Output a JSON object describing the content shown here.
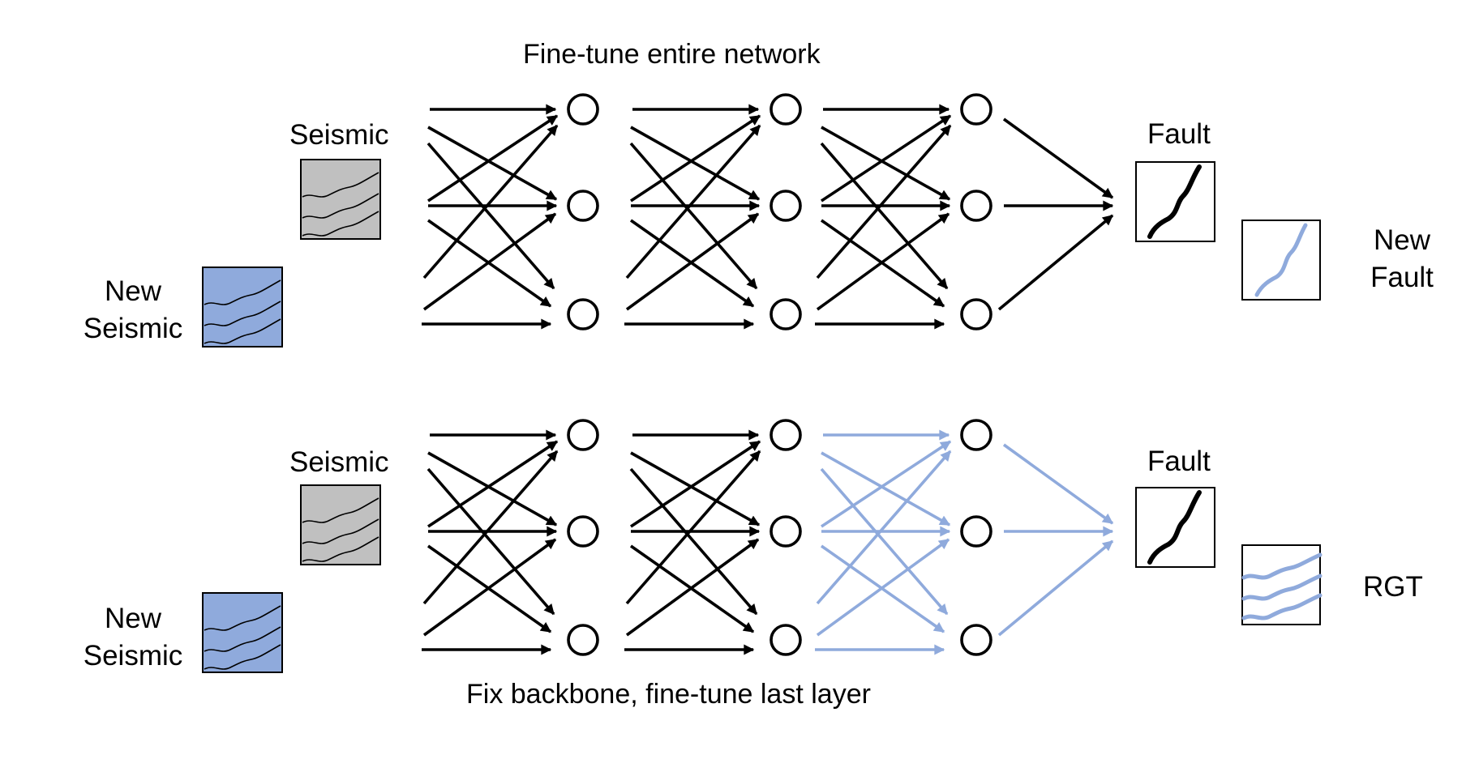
{
  "top": {
    "caption": "Fine-tune entire network",
    "input_label": "Seismic",
    "new_input_label_line1": "New",
    "new_input_label_line2": "Seismic",
    "output_label": "Fault",
    "new_output_label_line1": "New",
    "new_output_label_line2": "Fault"
  },
  "bottom": {
    "caption": "Fix backbone, fine-tune last layer",
    "input_label": "Seismic",
    "new_input_label_line1": "New",
    "new_input_label_line2": "Seismic",
    "output_label": "Fault",
    "new_output_label": "RGT"
  },
  "colors": {
    "black": "#000000",
    "fine_tuned": "#8faadc",
    "new_seismic_fill": "#8faadc",
    "seismic_fill": "#c0c0c0",
    "background": "#ffffff"
  }
}
